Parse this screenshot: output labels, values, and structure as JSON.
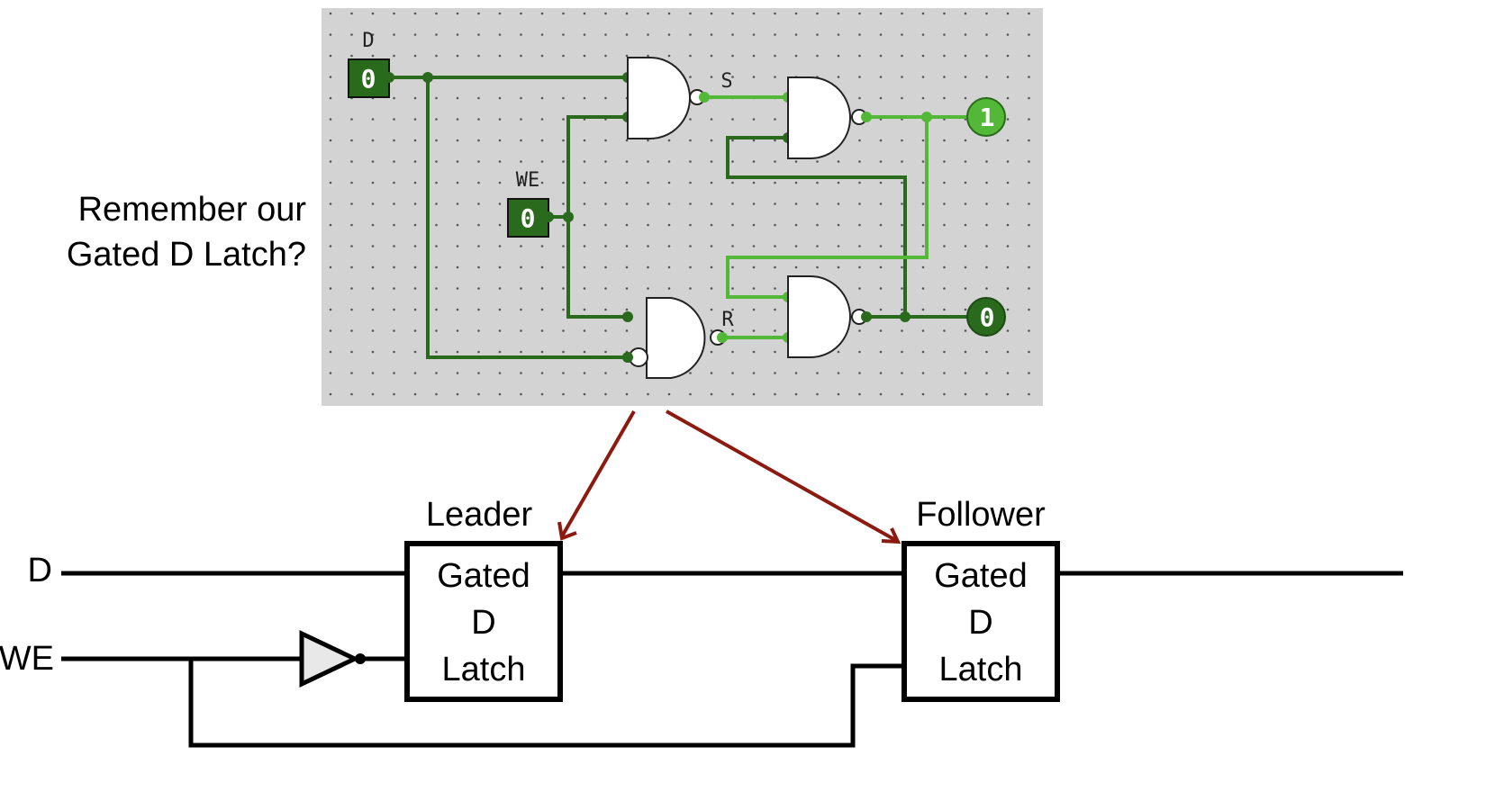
{
  "caption": {
    "line1": "Remember our",
    "line2": "Gated D Latch?"
  },
  "simulator": {
    "background": "#d3d3d3",
    "wire_low_color": "#2a6a1c",
    "wire_high_color": "#53b837",
    "inputs": [
      {
        "label": "D",
        "value": "0"
      },
      {
        "label": "WE",
        "value": "0"
      }
    ],
    "outputs": [
      {
        "value": "1",
        "state": "high"
      },
      {
        "value": "0",
        "state": "low"
      }
    ],
    "node_labels": {
      "s": "S",
      "r": "R"
    },
    "gates": [
      {
        "id": "nand-s",
        "type": "NAND"
      },
      {
        "id": "nand-r",
        "type": "NAND",
        "inverted_input": "D"
      },
      {
        "id": "nand-q",
        "type": "NAND"
      },
      {
        "id": "nand-qbar",
        "type": "NAND"
      }
    ]
  },
  "arrows": {
    "color": "#8b1a10",
    "targets": [
      "Leader",
      "Follower"
    ]
  },
  "diagram": {
    "signals": {
      "d": "D",
      "we": "WE"
    },
    "leader": {
      "title": "Leader",
      "lines": [
        "Gated",
        "D",
        "Latch"
      ]
    },
    "follower": {
      "title": "Follower",
      "lines": [
        "Gated",
        "D",
        "Latch"
      ]
    },
    "inverter_fill": "#e8e8e8"
  }
}
